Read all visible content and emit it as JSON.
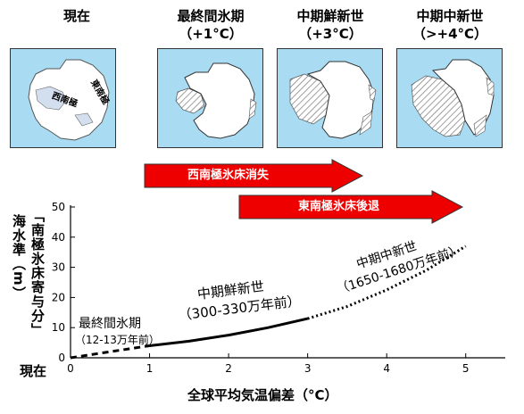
{
  "panels": [
    {
      "title": "現在",
      "subtitle": "",
      "labels": {
        "west": "西南極",
        "east": "東南極"
      }
    },
    {
      "title": "最終間氷期",
      "subtitle": "（+1°C）"
    },
    {
      "title": "中期鮮新世",
      "subtitle": "（+3°C）"
    },
    {
      "title": "中期中新世",
      "subtitle": "（>+4°C）"
    }
  ],
  "arrows": [
    {
      "label": "西南極氷床消失",
      "color": "#ee0000"
    },
    {
      "label": "東南極氷床後退",
      "color": "#ee0000"
    }
  ],
  "chart_data": {
    "type": "line",
    "xlabel": "全球平均気温偏差（°C）",
    "ylabel_line1": "海水準（m）",
    "ylabel_line2": "「南極氷床寄与分」",
    "xlim": [
      0,
      5.5
    ],
    "ylim": [
      0,
      50
    ],
    "x_ticks": [
      "0",
      "1",
      "2",
      "3",
      "4",
      "5"
    ],
    "y_ticks": [
      "0",
      "10",
      "20",
      "30",
      "40",
      "50"
    ],
    "origin_label": "現在",
    "series": [
      {
        "name": "最終間氷期",
        "period": "（12-13万年前）",
        "style": "dashed",
        "x": [
          0.0,
          0.5,
          1.0
        ],
        "y": [
          0.0,
          2.0,
          4.0
        ]
      },
      {
        "name": "中期鮮新世",
        "period": "（300-330万年前）",
        "style": "solid",
        "x": [
          1.0,
          1.5,
          2.0,
          2.5,
          3.0
        ],
        "y": [
          4.0,
          5.5,
          7.5,
          10.0,
          13.0
        ]
      },
      {
        "name": "中期中新世",
        "period": "（1650-1680万年前）",
        "style": "dotted",
        "x": [
          3.0,
          3.5,
          4.0,
          4.5,
          5.0
        ],
        "y": [
          13.0,
          17.0,
          22.5,
          29.0,
          37.0
        ]
      }
    ]
  }
}
